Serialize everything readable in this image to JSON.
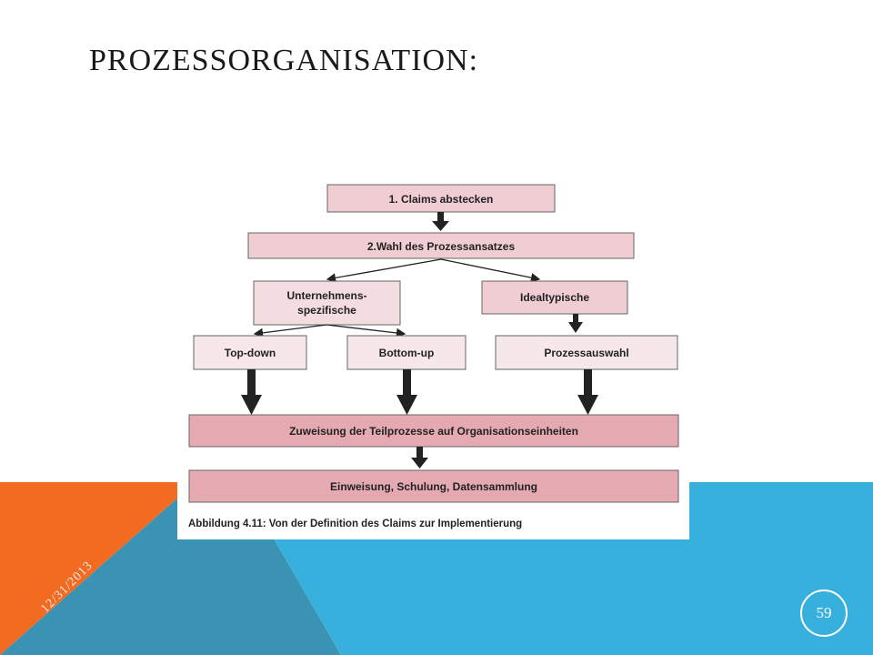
{
  "slide": {
    "title": "PROZESSORGANISATION:",
    "date": "12/31/2013",
    "page_number": "59"
  },
  "diagram": {
    "steps": {
      "claims": "1. Claims abstecken",
      "wahl": "2.Wahl des Prozessansatzes",
      "unternehmens_line1": "Unternehmens-",
      "unternehmens_line2": "spezifische",
      "idealtypische": "Idealtypische",
      "topdown": "Top-down",
      "bottomup": "Bottom-up",
      "prozessauswahl": "Prozessauswahl",
      "zuweisung": "Zuweisung der Teilprozesse auf Organisationseinheiten",
      "einweisung": "Einweisung, Schulung, Datensammlung"
    },
    "caption": "Abbildung 4.11: Von der Definition des Claims zur Implementierung"
  },
  "colors": {
    "orange": "#f26b21",
    "teal": "#3a93b3",
    "sky": "#38b0de",
    "box_fill": "#efcdd3",
    "box_fill_dark": "#e4a9b1"
  }
}
